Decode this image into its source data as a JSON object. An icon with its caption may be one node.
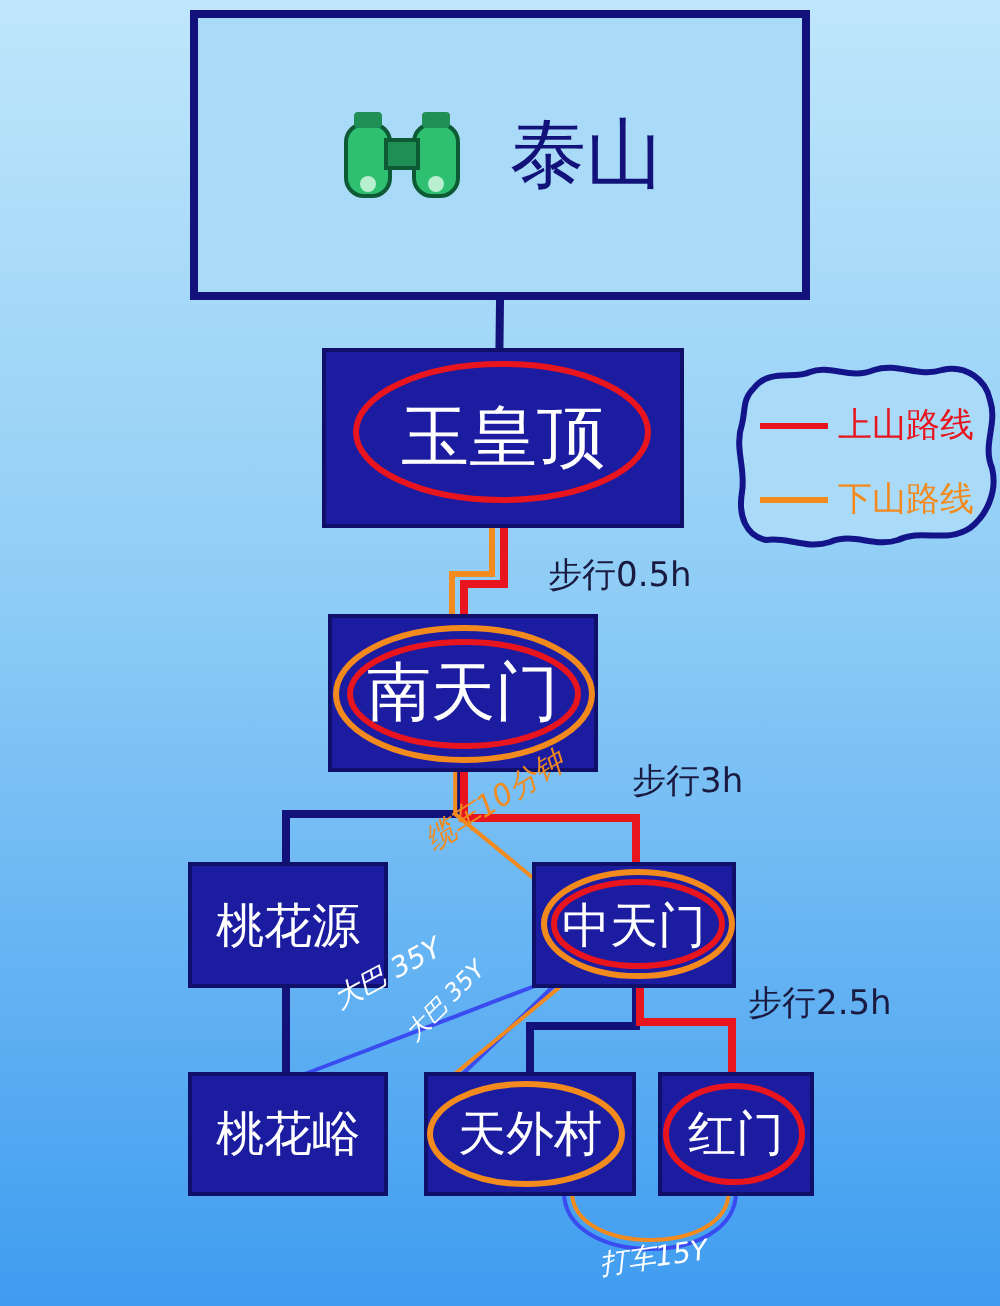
{
  "diagram": {
    "nodes": [
      {
        "text": [
          "泰山"
        ]
      },
      {
        "text": [
          "玉皇顶"
        ]
      },
      {
        "text": [
          "南天门"
        ]
      },
      {
        "text": [
          "桃花源"
        ]
      },
      {
        "text": [
          "中天门"
        ]
      },
      {
        "text": [
          "桃花峪"
        ]
      },
      {
        "text": [
          "天外村"
        ]
      },
      {
        "text": [
          "红门"
        ]
      }
    ],
    "edges": [
      {
        "from": 0,
        "to": 1,
        "arrow": "none"
      },
      {
        "from": 1,
        "to": 2,
        "arrow": "none",
        "color": "#e8141e",
        "label": "步行0.5h"
      },
      {
        "from": 1,
        "to": 2,
        "arrow": "none",
        "color": "#f28a1e"
      },
      {
        "from": 2,
        "to": 3,
        "arrow": "none"
      },
      {
        "from": 2,
        "to": 4,
        "arrow": "none",
        "color": "#e8141e",
        "label": "步行3h"
      },
      {
        "from": 2,
        "to": 4,
        "arrow": "none",
        "color": "#f28a1e",
        "label": "缆车10分钟"
      },
      {
        "from": 3,
        "to": 5,
        "arrow": "none"
      },
      {
        "from": 4,
        "to": 6,
        "arrow": "none"
      },
      {
        "from": 4,
        "to": 7,
        "arrow": "none",
        "color": "#e8141e",
        "label": "步行2.5h"
      },
      {
        "from": 4,
        "to": 5,
        "arrow": "none",
        "color": "#3a4cf0",
        "label": "大巴 35Y"
      },
      {
        "from": 4,
        "to": 6,
        "arrow": "none",
        "color": "#3a4cf0",
        "label": "大巴 35Y"
      },
      {
        "from": 4,
        "to": 6,
        "arrow": "none",
        "color": "#f28a1e"
      },
      {
        "from": 7,
        "to": 6,
        "arrow": "none",
        "color": "#f28a1e"
      },
      {
        "from": 7,
        "to": 6,
        "arrow": "none",
        "color": "#3a4cf0",
        "label": "打车15Y"
      }
    ],
    "legend": [
      {
        "text": "上山路线"
      },
      {
        "text": "下山路线"
      }
    ]
  }
}
